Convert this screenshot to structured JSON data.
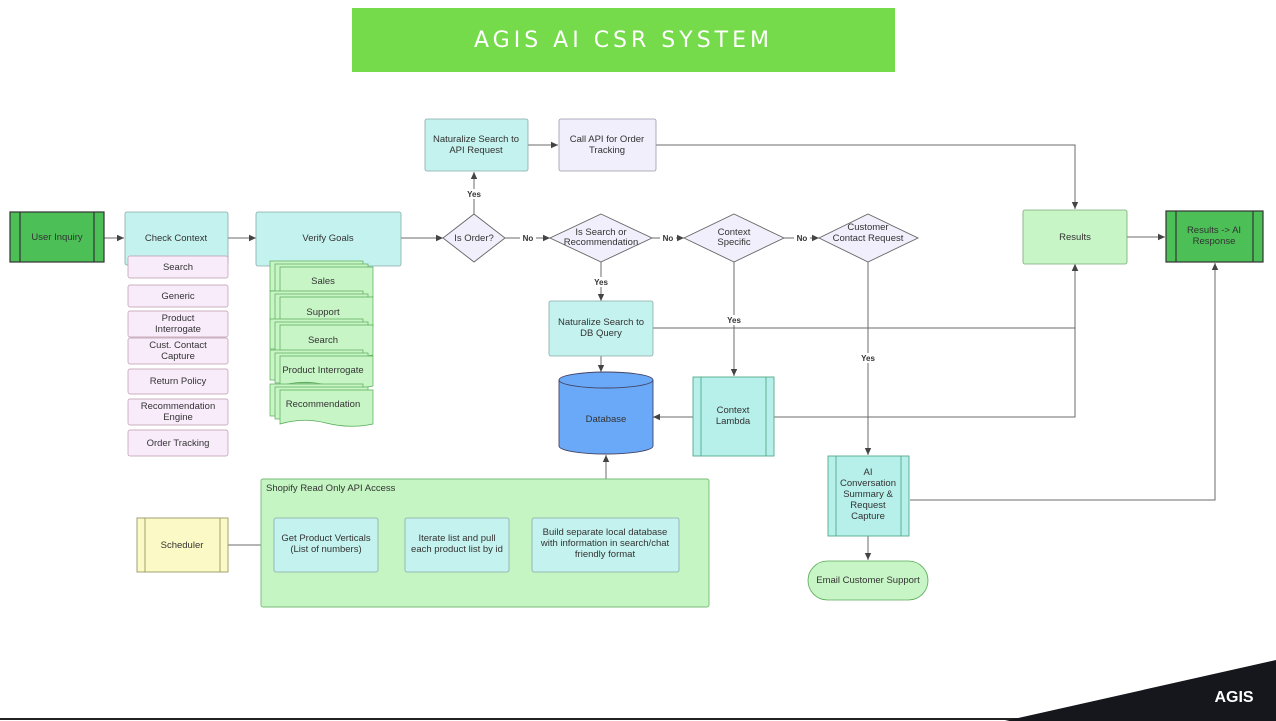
{
  "title": "AGIS AI CSR SYSTEM",
  "logo": "AGIS",
  "colors": {
    "banner": "#76db4b",
    "green_dark": "#4cc057",
    "green_light": "#c8f5c6",
    "teal": "#c4f2ee",
    "lavender": "#f0effb",
    "pink": "#f8ecfb",
    "yellow": "#fbf9c6",
    "database": "#6aa9f7"
  },
  "nodes": {
    "user_inquiry": "User Inquiry",
    "check_context": "Check Context",
    "verify_goals": "Verify Goals",
    "is_order": "Is Order?",
    "naturalize_api": "Naturalize Search to API Request",
    "call_api": "Call API for Order Tracking",
    "is_search": "Is Search or Recommendation",
    "context_specific": "Context Specific",
    "customer_contact": "Customer Contact Request",
    "results": "Results",
    "results_ai": "Results -> AI Response",
    "naturalize_db": "Naturalize Search to DB Query",
    "database": "Database",
    "context_lambda": "Context Lambda",
    "ai_summary": "AI Conversation Summary & Request Capture",
    "email_support": "Email Customer Support",
    "scheduler": "Scheduler",
    "shopify_group": "Shopify Read Only API Access",
    "get_verticals": "Get Product Verticals (List of numbers)",
    "iterate_list": "Iterate list and pull each product list by id",
    "build_db": "Build separate local database with information in search/chat friendly format"
  },
  "context_items": [
    "Search",
    "Generic",
    "Product Interrogate",
    "Cust. Contact Capture",
    "Return Policy",
    "Recommendation Engine",
    "Order Tracking"
  ],
  "goal_docs": [
    "Sales",
    "Support",
    "Search",
    "Product Interrogate",
    "Recommendation"
  ],
  "edge_labels": {
    "yes": "Yes",
    "no": "No"
  }
}
